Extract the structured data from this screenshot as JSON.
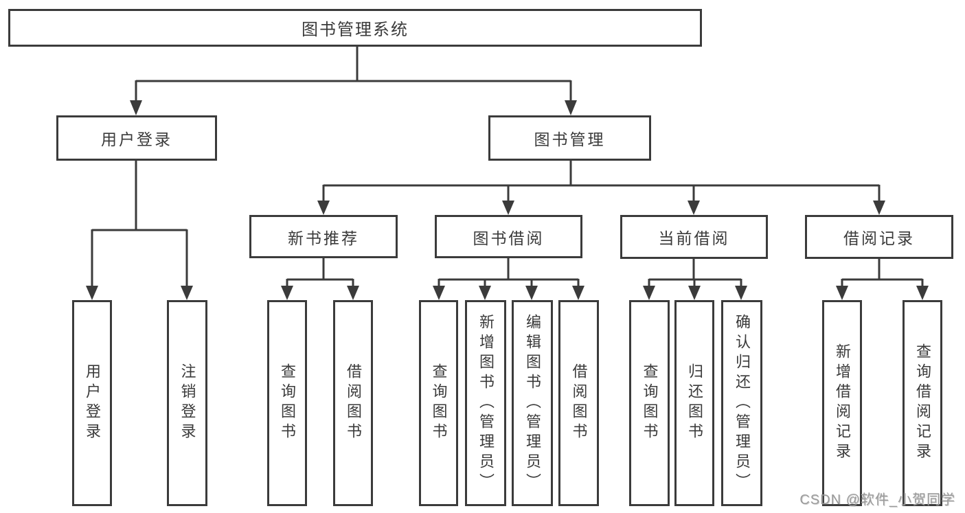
{
  "tree": {
    "root": {
      "label": "图书管理系统"
    },
    "branches": [
      {
        "label": "用户登录",
        "children": [
          {
            "label": "用户登录"
          },
          {
            "label": "注销登录"
          }
        ]
      },
      {
        "label": "图书管理",
        "children": [
          {
            "label": "新书推荐",
            "children": [
              {
                "label": "查询图书"
              },
              {
                "label": "借阅图书"
              }
            ]
          },
          {
            "label": "图书借阅",
            "children": [
              {
                "label": "查询图书"
              },
              {
                "label": "新增图书（管理员）"
              },
              {
                "label": "编辑图书（管理员）"
              },
              {
                "label": "借阅图书"
              }
            ]
          },
          {
            "label": "当前借阅",
            "children": [
              {
                "label": "查询图书"
              },
              {
                "label": "归还图书"
              },
              {
                "label": "确认归还（管理员）"
              }
            ]
          },
          {
            "label": "借阅记录",
            "children": [
              {
                "label": "新增借阅记录"
              },
              {
                "label": "查询借阅记录"
              }
            ]
          }
        ]
      }
    ]
  },
  "watermark": "CSDN @软件_小贺同学",
  "colors": {
    "line": "#3b3b3b",
    "box_border": "#3b3b3b",
    "text": "#3a3a3a",
    "watermark": "#9b9b9b",
    "background": "#ffffff"
  },
  "icons": [
    {
      "name": "arrow-down-icon",
      "meaning": "parent-to-child connector arrowhead"
    }
  ]
}
